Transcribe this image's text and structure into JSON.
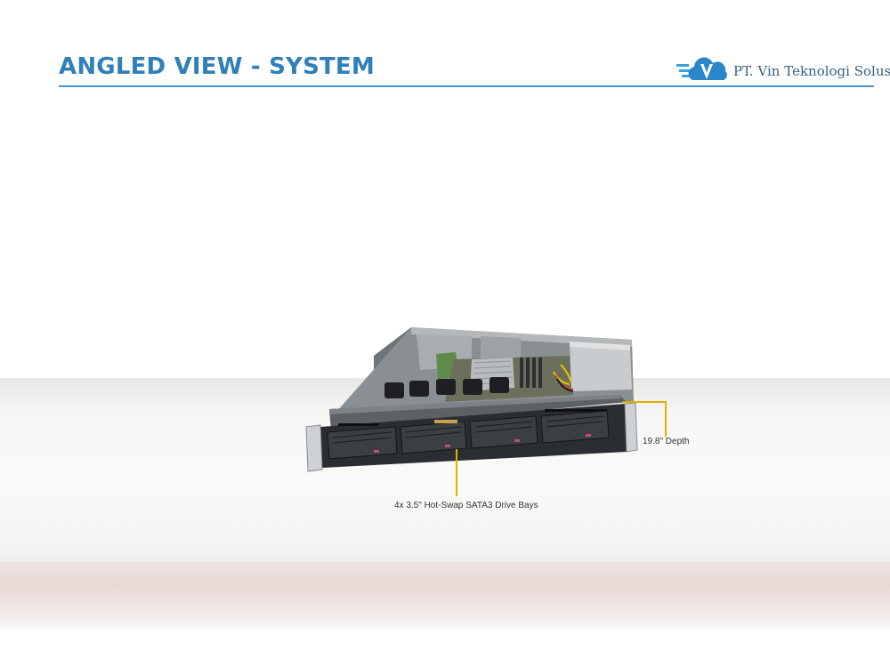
{
  "slide": {
    "title": "ANGLED VIEW - SYSTEM",
    "company": "PT. Vin Teknologi Solusi",
    "logo_icon": "cloud-v-logo-icon",
    "accent_color": "#2f7fb9"
  },
  "callouts": {
    "depth": "19.8\" Depth",
    "drive_bays": "4x 3.5\" Hot-Swap SATA3 Drive Bays",
    "line_color": "#e0b000"
  }
}
